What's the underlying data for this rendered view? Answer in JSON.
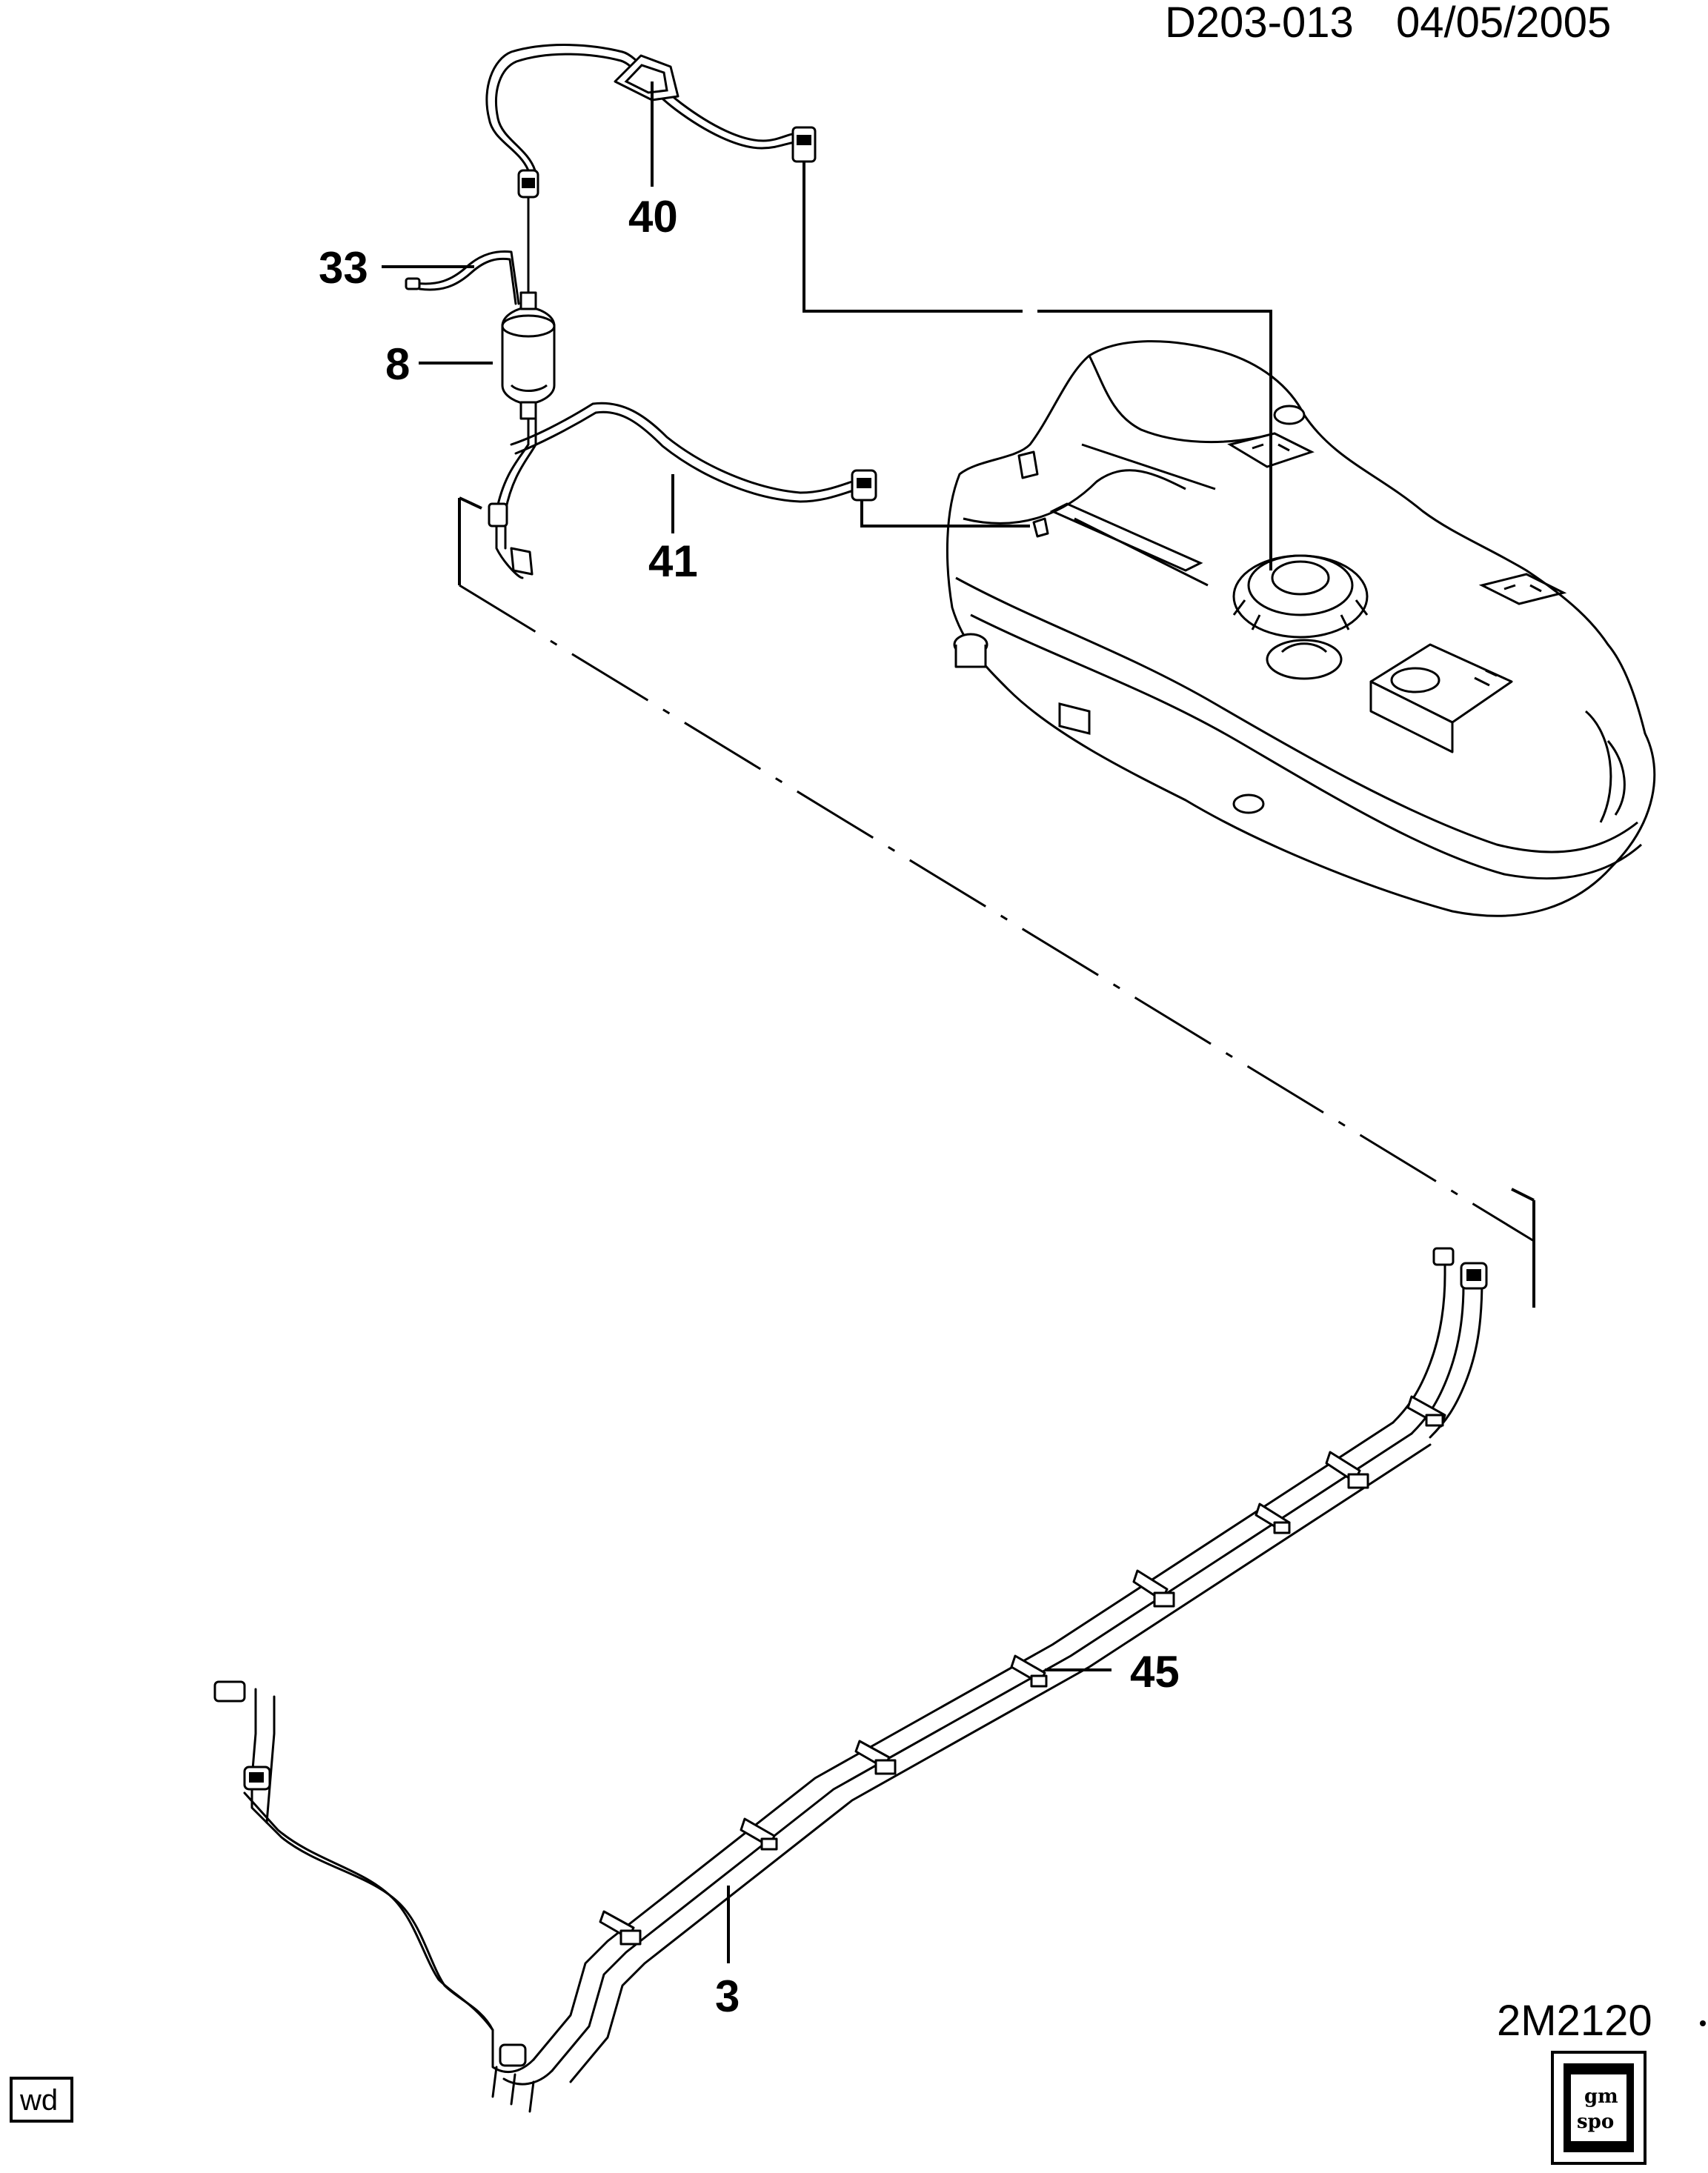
{
  "header": {
    "diagram_code": "D203-013",
    "date": "04/05/2005"
  },
  "footer": {
    "illustration_code": "2M2120",
    "corner_tag": "wd",
    "logo_top": "gm",
    "logo_bottom": "spo"
  },
  "callouts": {
    "c33": "33",
    "c8": "8",
    "c40": "40",
    "c41": "41",
    "c45": "45",
    "c3": "3"
  },
  "icons": {
    "logo": "gm-spo-logo-icon"
  }
}
